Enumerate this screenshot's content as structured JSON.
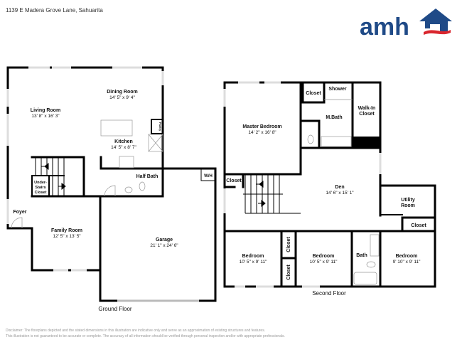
{
  "header": {
    "address": "1139 E Madera Grove Lane, Sahuarita"
  },
  "logo": {
    "text": "amh",
    "colors": {
      "navy": "#1f4a87",
      "red": "#d9262e"
    }
  },
  "ground_floor": {
    "label": "Ground Floor",
    "rooms": {
      "dining": {
        "name": "Dining Room",
        "dims": "14' 5\" x 9' 4\""
      },
      "living": {
        "name": "Living Room",
        "dims": "13' 8\" x 16' 3\""
      },
      "kitchen": {
        "name": "Kitchen",
        "dims": "14' 5\" x 8' 7\""
      },
      "pantry": {
        "name": "Pantry"
      },
      "half_bath": {
        "name": "Half Bath"
      },
      "wh": {
        "name": "W/H"
      },
      "under_stairs": {
        "name1": "Under-",
        "name2": "Stairs",
        "name3": "Closet"
      },
      "foyer": {
        "name": "Foyer"
      },
      "family": {
        "name": "Family Room",
        "dims": "12' 5\" x 13' 5\""
      },
      "garage": {
        "name": "Garage",
        "dims": "21' 1\" x 24' 6\""
      }
    }
  },
  "second_floor": {
    "label": "Second Floor",
    "rooms": {
      "master": {
        "name": "Master Bedroom",
        "dims": "14' 2\" x 16' 8\""
      },
      "closet_master": {
        "name": "Closet"
      },
      "shower": {
        "name": "Shower"
      },
      "mbath": {
        "name": "M.Bath"
      },
      "walkin": {
        "name1": "Walk-In",
        "name2": "Closet"
      },
      "closet_stair": {
        "name": "Closet"
      },
      "den": {
        "name": "Den",
        "dims": "14' 6\" x 15' 1\""
      },
      "utility": {
        "name1": "Utility",
        "name2": "Room"
      },
      "closet_utility": {
        "name": "Closet"
      },
      "bedroom1": {
        "name": "Bedroom",
        "dims": "10' 5\" x 9' 11\""
      },
      "closet_a": {
        "name": "Closet"
      },
      "closet_b": {
        "name": "Closet"
      },
      "bedroom2": {
        "name": "Bedroom",
        "dims": "10' 5\" x 9' 11\""
      },
      "bath": {
        "name": "Bath"
      },
      "bedroom3": {
        "name": "Bedroom",
        "dims": "9' 10\" x 9' 11\""
      }
    }
  },
  "disclaimer": {
    "line1": "Disclaimer: The floorplans depicted and the stated dimensions in this illustration are indicative only and serve as an approximation of existing structures and features.",
    "line2": "This illustration is not guaranteed to be accurate or complete. The accuracy of all information should be verified through personal inspection and/or with appropriate professionals."
  }
}
